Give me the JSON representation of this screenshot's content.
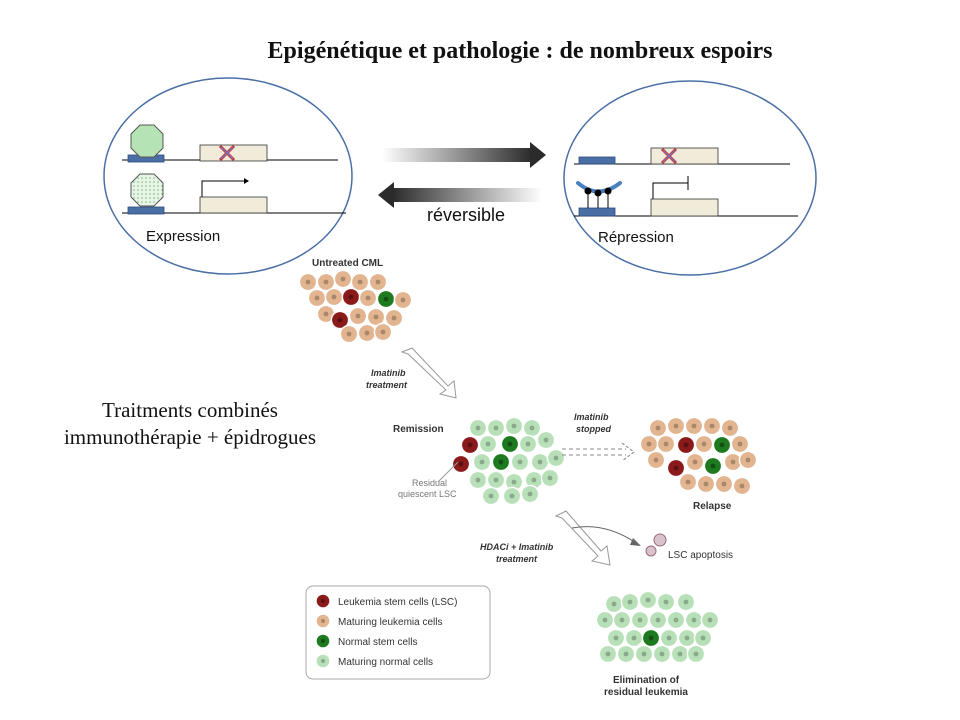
{
  "title": "Epigénétique et pathologie : de nombreux espoirs",
  "top_panel": {
    "left_label": "Expression",
    "right_label": "Répression",
    "reversible_label": "réversible"
  },
  "side_text": {
    "line1": "Traitments combinés",
    "line2": "immunothérapie + épidrogues"
  },
  "cml_figure": {
    "untreated_label": "Untreated CML",
    "imatinib_treatment_line1": "Imatinib",
    "imatinib_treatment_line2": "treatment",
    "remission_label": "Remission",
    "residual_line1": "Residual",
    "residual_line2": "quiescent LSC",
    "imatinib_stopped_line1": "Imatinib",
    "imatinib_stopped_line2": "stopped",
    "relapse_label": "Relapse",
    "hdaci_line1": "HDACi + Imatinib",
    "hdaci_line2": "treatment",
    "lsc_apoptosis_label": "LSC apoptosis",
    "elimination_line1": "Elimination of",
    "elimination_line2": "residual leukemia"
  },
  "legend": [
    {
      "label": "Leukemia stem cells (LSC)",
      "color": "#8b1a1a"
    },
    {
      "label": "Maturing leukemia cells",
      "color": "#e2b48f"
    },
    {
      "label": "Normal stem cells",
      "color": "#1e7a1e"
    },
    {
      "label": "Maturing normal cells",
      "color": "#b8e0b8"
    }
  ],
  "colors": {
    "lsc": "#8b1a1a",
    "maturing_leukemia": "#e2b48f",
    "normal_stem": "#1e7a1e",
    "maturing_normal": "#b8e0b8",
    "promoter_blue": "#4a6fa5",
    "octagon_green": "#b5e3b5"
  }
}
